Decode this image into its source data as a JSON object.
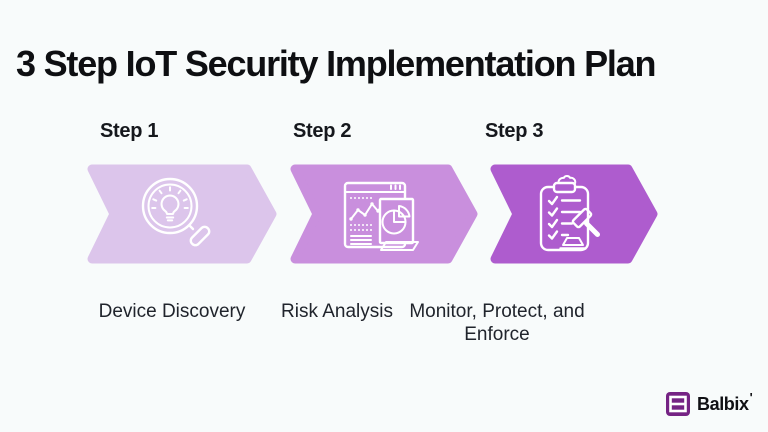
{
  "title": "3 Step IoT Security Implementation Plan",
  "background_color": "#f8fbfb",
  "text_color": "#16181d",
  "steps": [
    {
      "label": "Step 1",
      "caption": "Device Discovery",
      "color": "#dcc5eb",
      "icon": "magnifier-lightbulb"
    },
    {
      "label": "Step 2",
      "caption": "Risk Analysis",
      "color": "#c98fdd",
      "icon": "report-charts"
    },
    {
      "label": "Step 3",
      "caption": "Monitor, Protect, and Enforce",
      "color": "#ae5cce",
      "icon": "clipboard-gavel"
    }
  ],
  "logo": {
    "text": "Balbix",
    "tick": "'",
    "mark_color": "#752384"
  }
}
